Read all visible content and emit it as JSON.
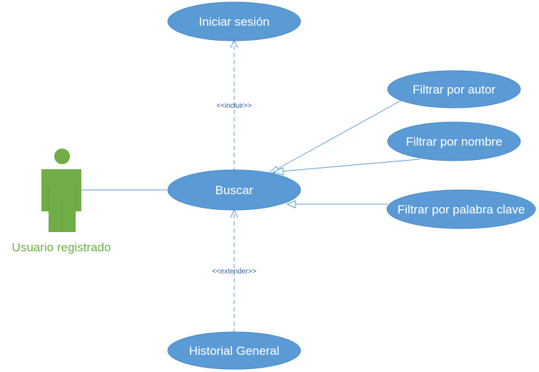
{
  "actor": {
    "name": "Usuario registrado"
  },
  "use_cases": {
    "login": "Iniciar sesión",
    "search": "Buscar",
    "filter_author": "Filtrar por autor",
    "filter_name": "Filtrar por nombre",
    "filter_keyword": "Filtrar por palabra clave",
    "history": "Historial General"
  },
  "relationships": {
    "include": "<<incluir>>",
    "extend": "<<extender>>"
  },
  "colors": {
    "use_case_fill": "#5b9bd5",
    "actor": "#70ad47",
    "connector": "#5b9bd5",
    "use_case_text": "#ffffff"
  }
}
